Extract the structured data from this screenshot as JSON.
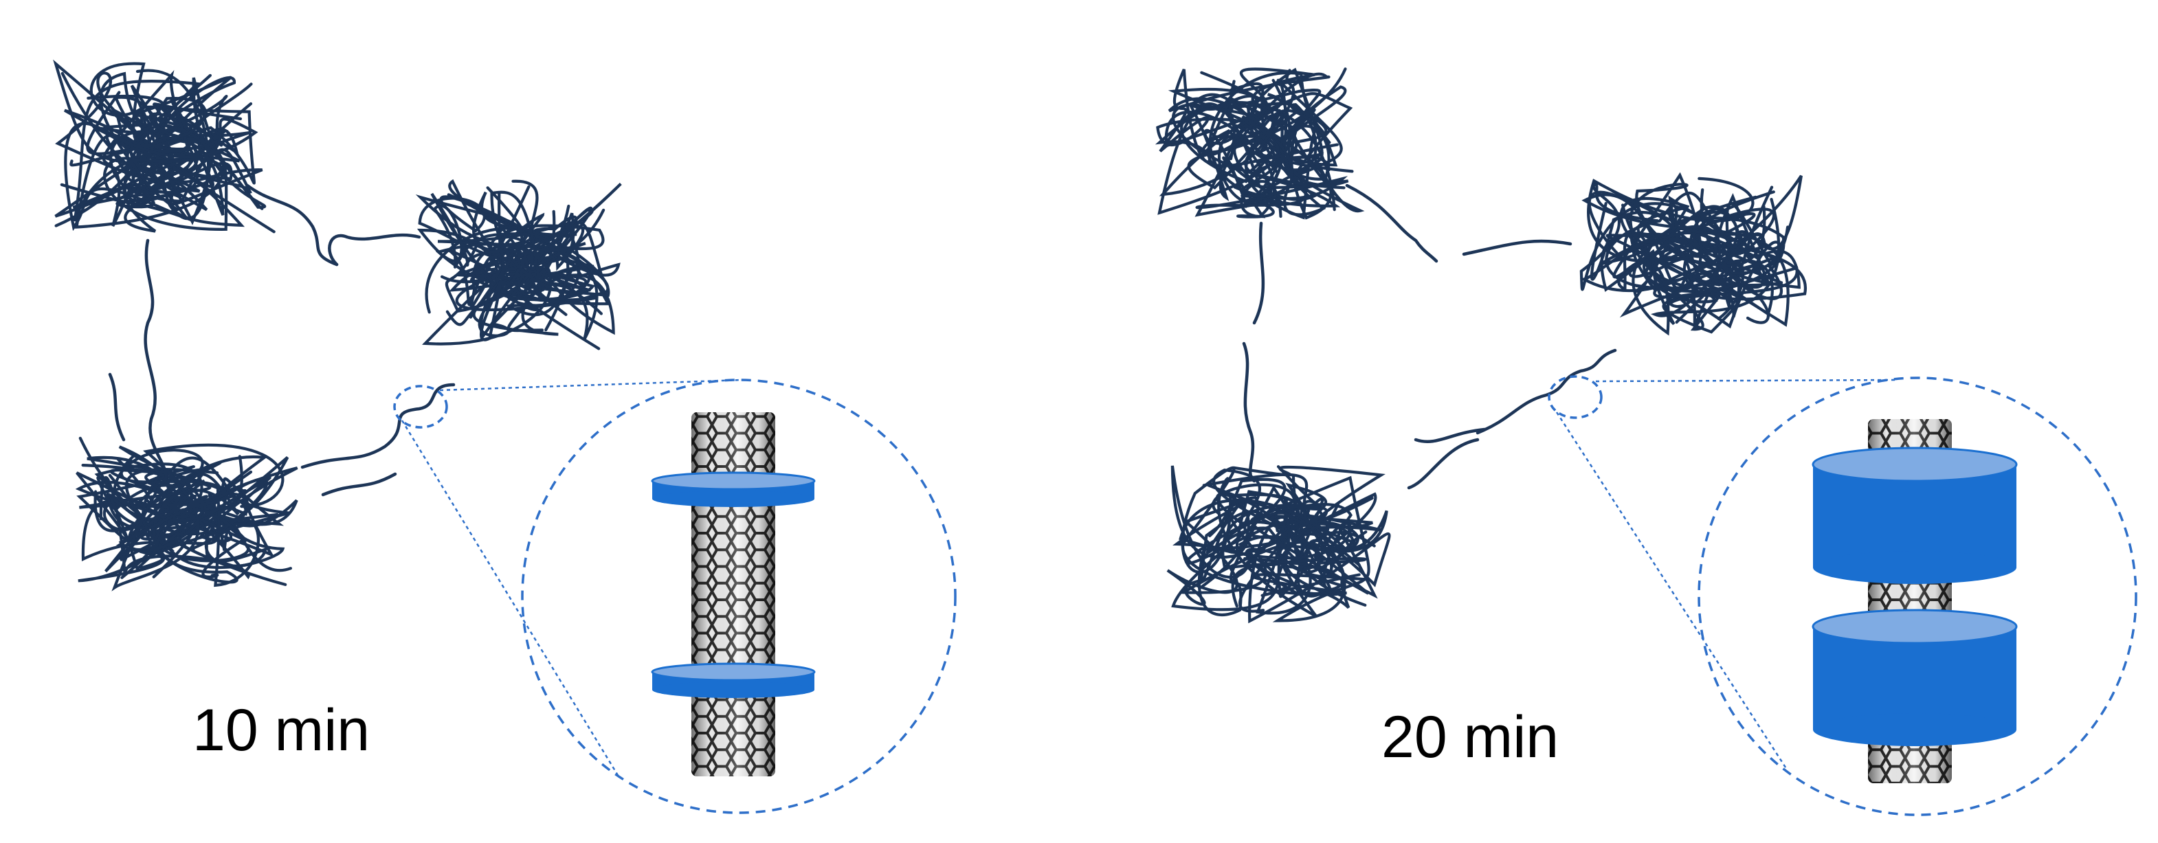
{
  "panels": [
    {
      "id": "left",
      "label": "10 min",
      "band_scale": "small"
    },
    {
      "id": "right",
      "label": "20 min",
      "band_scale": "large"
    }
  ],
  "colors": {
    "fiber": "#1d3557",
    "zoom_outline": "#2e6fc9",
    "band_side": "#1a6fd0",
    "band_top": "#7fabe3",
    "nanotube_line": "#2b2b2b",
    "nanotube_bg": "#f4f4f4"
  }
}
